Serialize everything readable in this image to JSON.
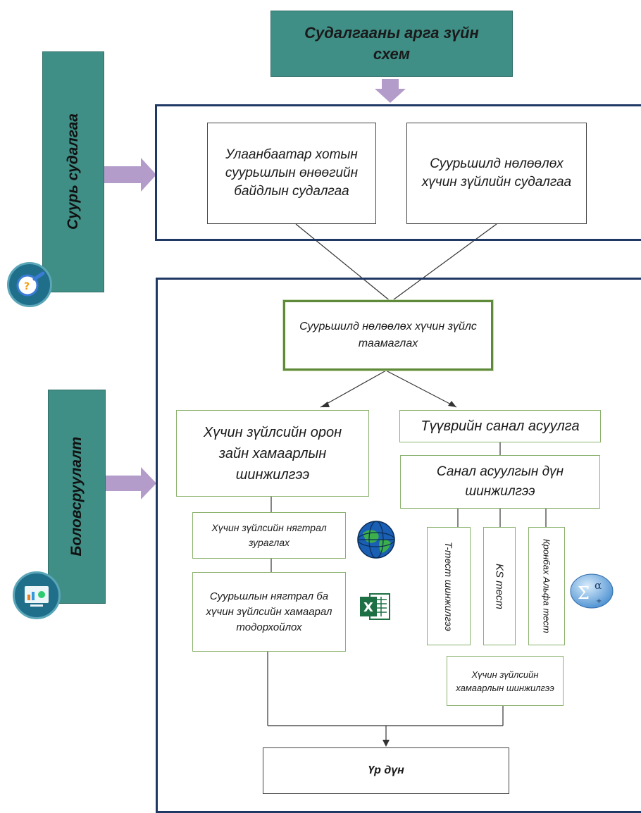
{
  "title": "Судалгааны арга зүйн схем",
  "side_labels": {
    "top": "Суурь судалгаа",
    "bottom": "Боловсруулалт"
  },
  "top_boxes": {
    "left": "Улаанбаатар хотын суурьшлын өнөөгийн байдлын судалгаа",
    "right": "Суурьшилд нөлөөлөх хүчин зүйлийн судалгаа"
  },
  "hypothesis": "Суурьшилд нөлөөлөх хүчин зүйлс таамаглах",
  "left_branch": {
    "main": "Хүчин зүйлсийн орон зайн хамаарлын шинжилгээ",
    "step1": "Хүчин  зүйлсийн нягтрал зураглах",
    "step2": "Суурьшлын нягтрал ба хүчин зүйлсийн хамаарал тодорхойлох"
  },
  "right_branch": {
    "survey": "Түүврийн санал асуулга",
    "analysis": "Санал асуулгын дүн шинжилгээ",
    "tests": [
      "T-тест шинжилгээ",
      "KS тест",
      "Кронбах Альфа тест"
    ],
    "factor": "Хүчин  зүйлсийн хамаарлын шинжилгээ"
  },
  "result": "Үр дүн",
  "icons": [
    "search-question-icon",
    "dashboard-icon",
    "globe-icon",
    "excel-icon",
    "sigma-alpha-icon"
  ],
  "colors": {
    "teal": "#3f8f87",
    "frame": "#1f3864",
    "arrow": "#b39cc9",
    "green": "#8ab16c"
  }
}
